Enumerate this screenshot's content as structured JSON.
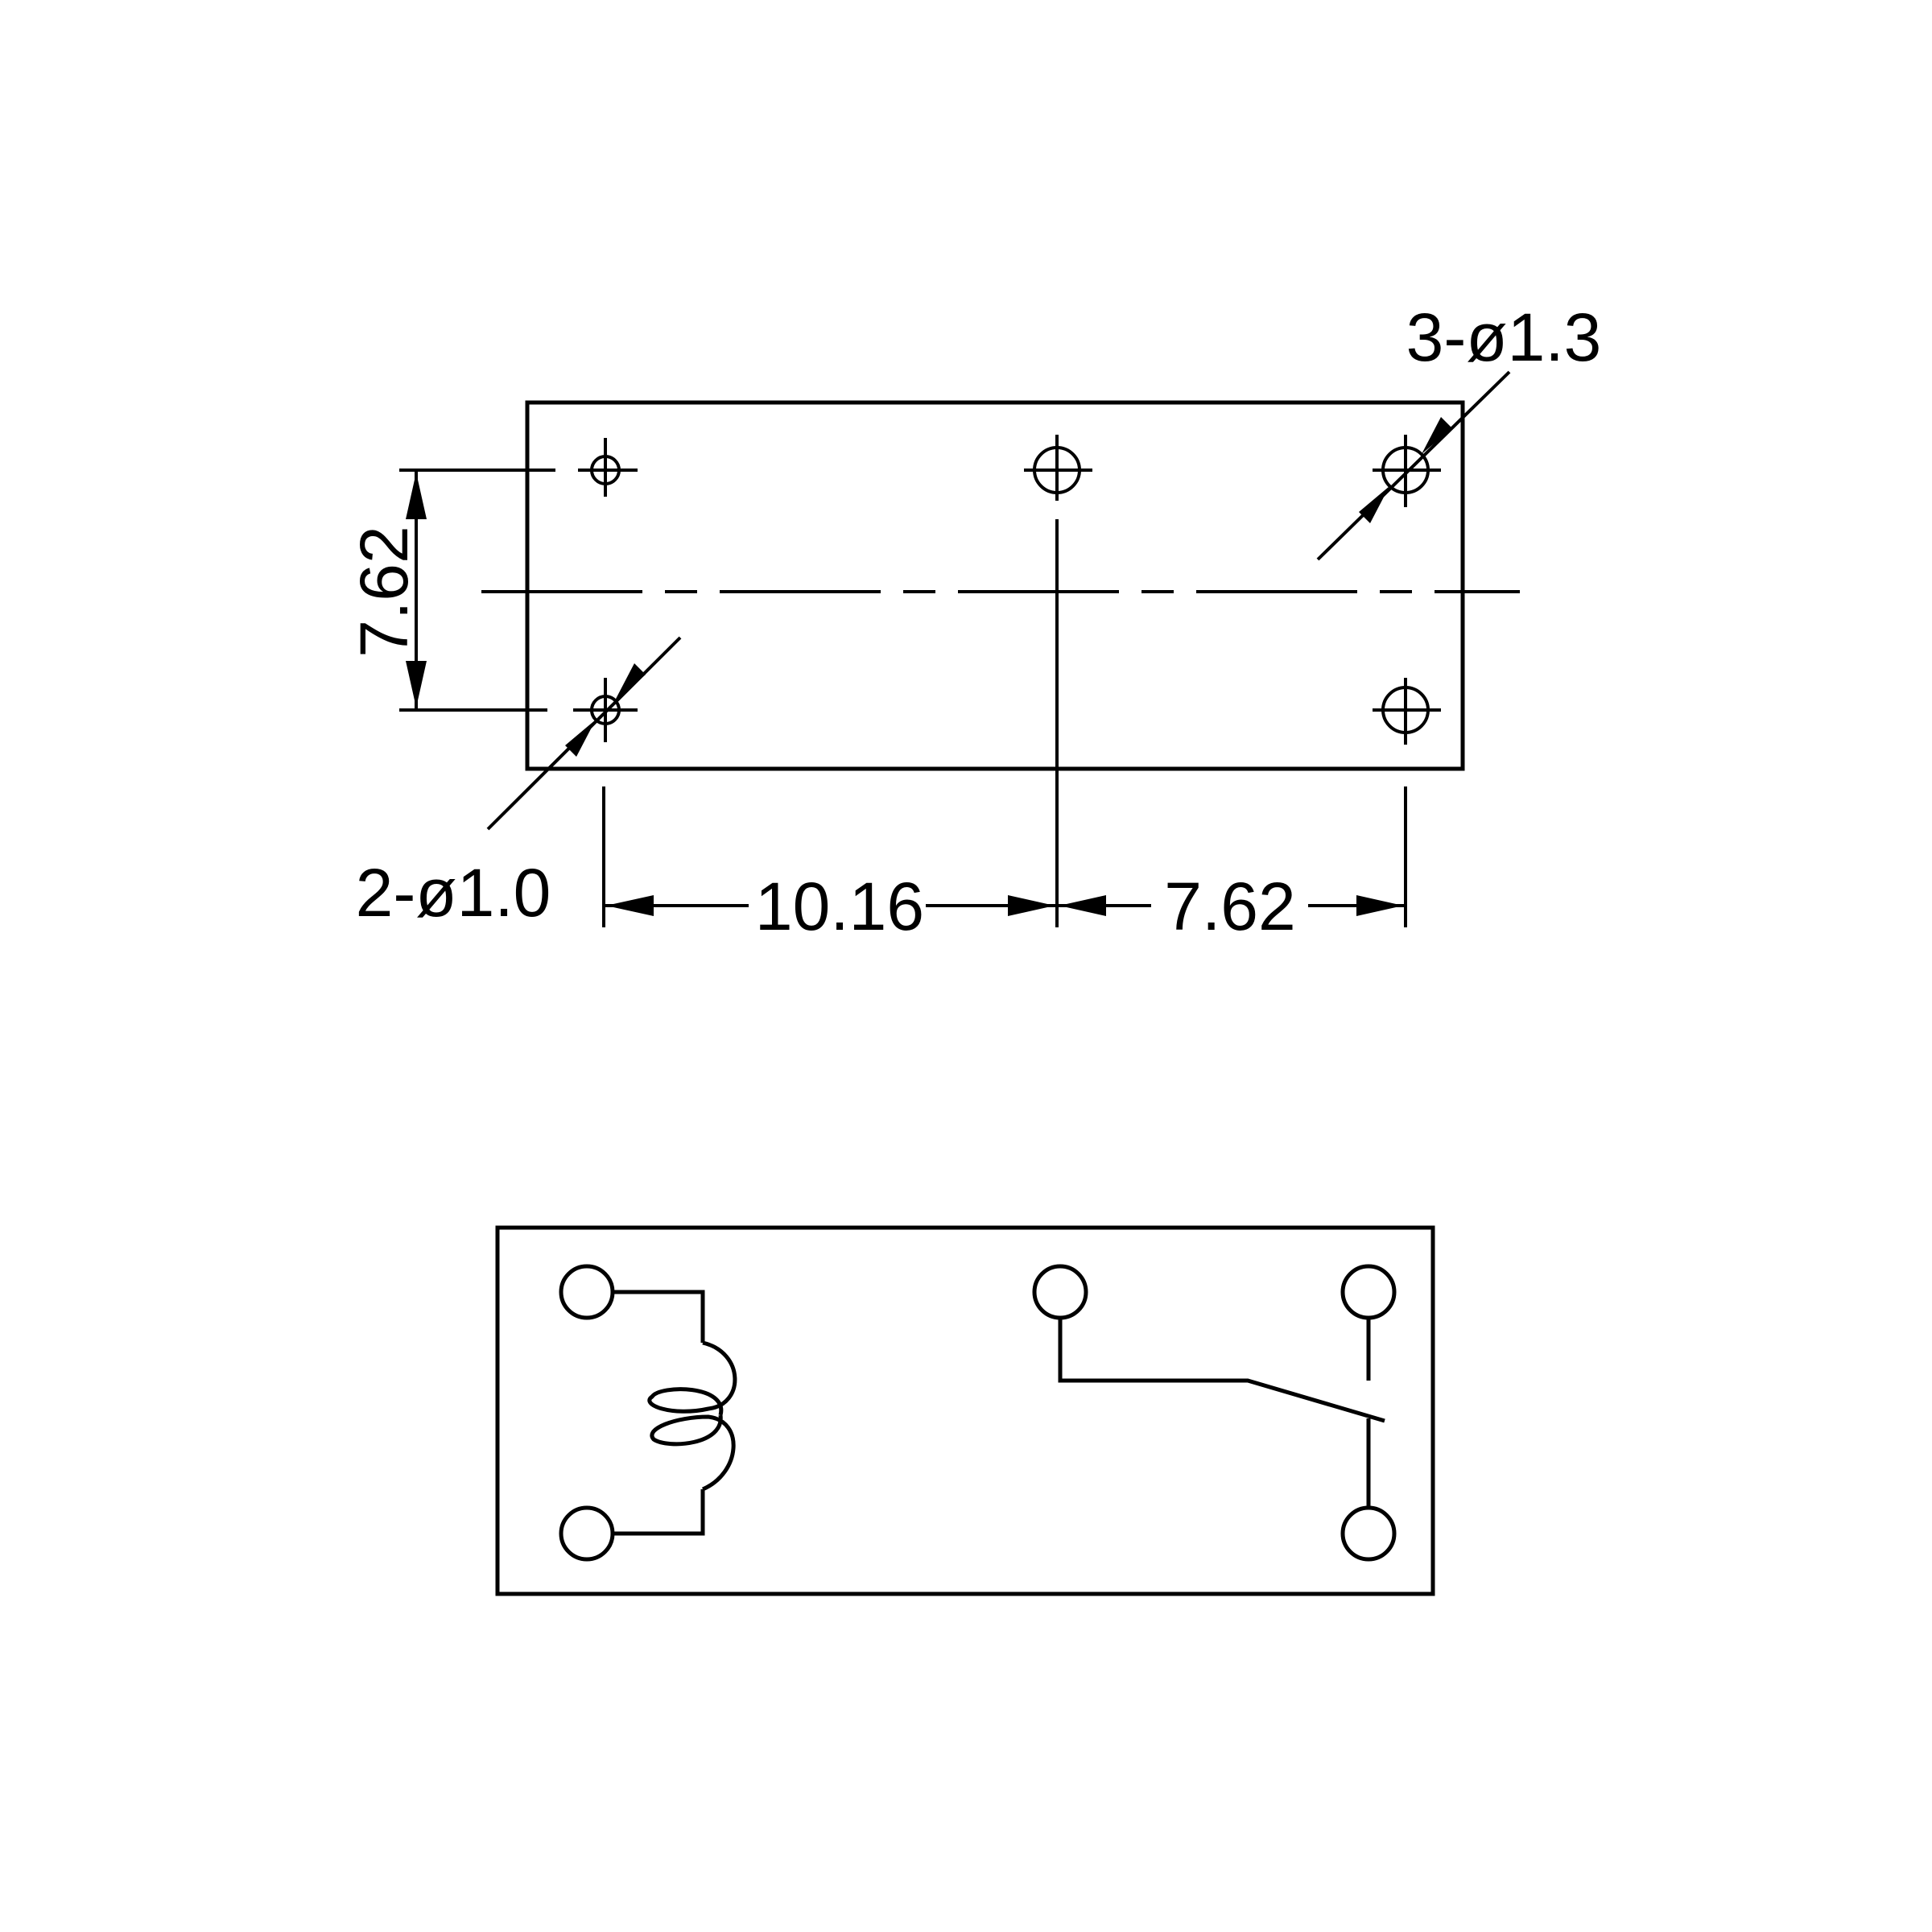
{
  "footprint": {
    "dim_row_spacing": "7.62",
    "dim_left_span": "10.16",
    "dim_right_span": "7.62",
    "hole_small": "2-ø1.0",
    "hole_large": "3-ø1.3"
  },
  "schematic": {
    "coil_icon": "coil-icon",
    "contact_icon": "switch-contact-icon"
  },
  "colors": {
    "line": "#000000",
    "background": "#ffffff"
  }
}
